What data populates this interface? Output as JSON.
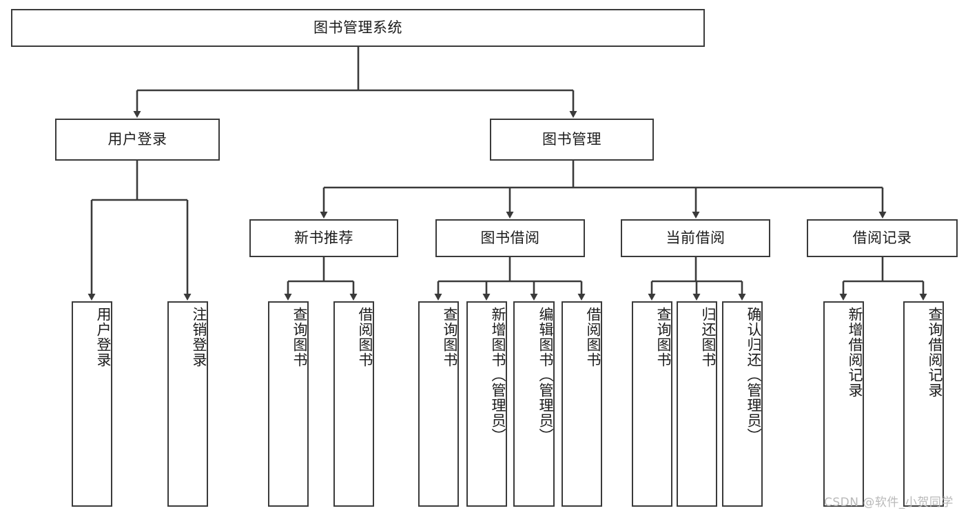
{
  "diagram": {
    "type": "tree",
    "title": "图书管理系统",
    "colors": {
      "box_border": "#3a3a3a",
      "box_fill": "#ffffff",
      "edge": "#3a3a3a",
      "text": "#1b1b1b",
      "watermark": "#b9b9b9",
      "canvas": "#ffffff"
    },
    "root": {
      "label": "图书管理系统"
    },
    "level2": [
      {
        "label": "用户登录"
      },
      {
        "label": "图书管理"
      }
    ],
    "level3": [
      {
        "label": "新书推荐"
      },
      {
        "label": "图书借阅"
      },
      {
        "label": "当前借阅"
      },
      {
        "label": "借阅记录"
      }
    ],
    "leaves_user_login": [
      {
        "label": "用户登录"
      },
      {
        "label": "注销登录"
      }
    ],
    "leaves_new_book": [
      {
        "label": "查询图书"
      },
      {
        "label": "借阅图书"
      }
    ],
    "leaves_borrow": [
      {
        "label": "查询图书"
      },
      {
        "label": "新增图书（管理员）"
      },
      {
        "label": "编辑图书（管理员）"
      },
      {
        "label": "借阅图书"
      }
    ],
    "leaves_current": [
      {
        "label": "查询图书"
      },
      {
        "label": "归还图书"
      },
      {
        "label": "确认归还（管理员）"
      }
    ],
    "leaves_record": [
      {
        "label": "新增借阅记录"
      },
      {
        "label": "查询借阅记录"
      }
    ]
  },
  "watermark": {
    "text": "CSDN @软件_小贺同学"
  }
}
